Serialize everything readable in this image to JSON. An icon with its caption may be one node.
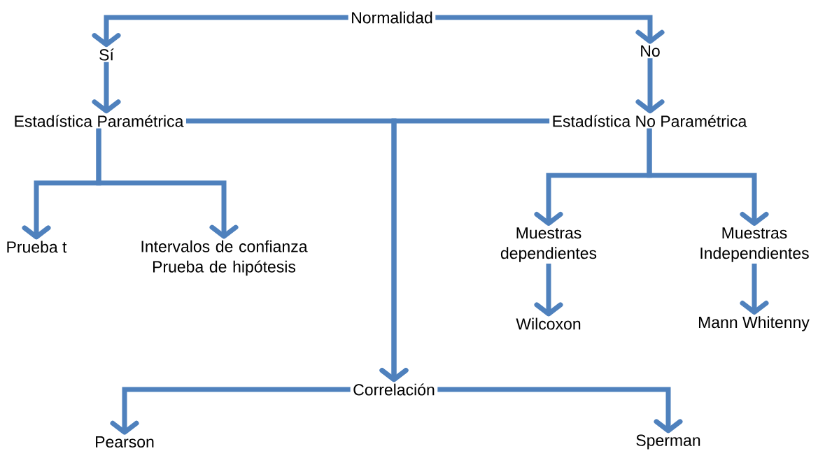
{
  "diagram": {
    "nodes": [
      {
        "text": [
          "Normalidad"
        ]
      },
      {
        "text": [
          "Sí"
        ]
      },
      {
        "text": [
          "No"
        ]
      },
      {
        "text": [
          "Estadística Paramétrica"
        ]
      },
      {
        "text": [
          "Estadística No Paramétrica"
        ]
      },
      {
        "text": [
          "Prueba t"
        ]
      },
      {
        "text": [
          "Intervalos de confianza Prueba de hipótesis"
        ]
      },
      {
        "text": [
          "Muestras dependientes"
        ]
      },
      {
        "text": [
          "Muestras Independientes"
        ]
      },
      {
        "text": [
          "Wilcoxon"
        ]
      },
      {
        "text": [
          "Mann Whitenny"
        ]
      },
      {
        "text": [
          "Correlación"
        ]
      },
      {
        "text": [
          "Pearson"
        ]
      },
      {
        "text": [
          "Sperman"
        ]
      }
    ],
    "edges": [
      {
        "from": 0,
        "to": 1,
        "arrow": "to"
      },
      {
        "from": 0,
        "to": 2,
        "arrow": "to"
      },
      {
        "from": 1,
        "to": 3,
        "arrow": "to"
      },
      {
        "from": 2,
        "to": 4,
        "arrow": "to"
      },
      {
        "from": 3,
        "to": 5,
        "arrow": "to"
      },
      {
        "from": 3,
        "to": 6,
        "arrow": "to"
      },
      {
        "from": 4,
        "to": 7,
        "arrow": "to"
      },
      {
        "from": 4,
        "to": 8,
        "arrow": "to"
      },
      {
        "from": 7,
        "to": 9,
        "arrow": "to"
      },
      {
        "from": 8,
        "to": 10,
        "arrow": "to"
      },
      {
        "from": 3,
        "to": 11,
        "arrow": "to"
      },
      {
        "from": 4,
        "to": 11,
        "arrow": "to"
      },
      {
        "from": 11,
        "to": 12,
        "arrow": "to"
      },
      {
        "from": 11,
        "to": 13,
        "arrow": "to"
      }
    ]
  }
}
